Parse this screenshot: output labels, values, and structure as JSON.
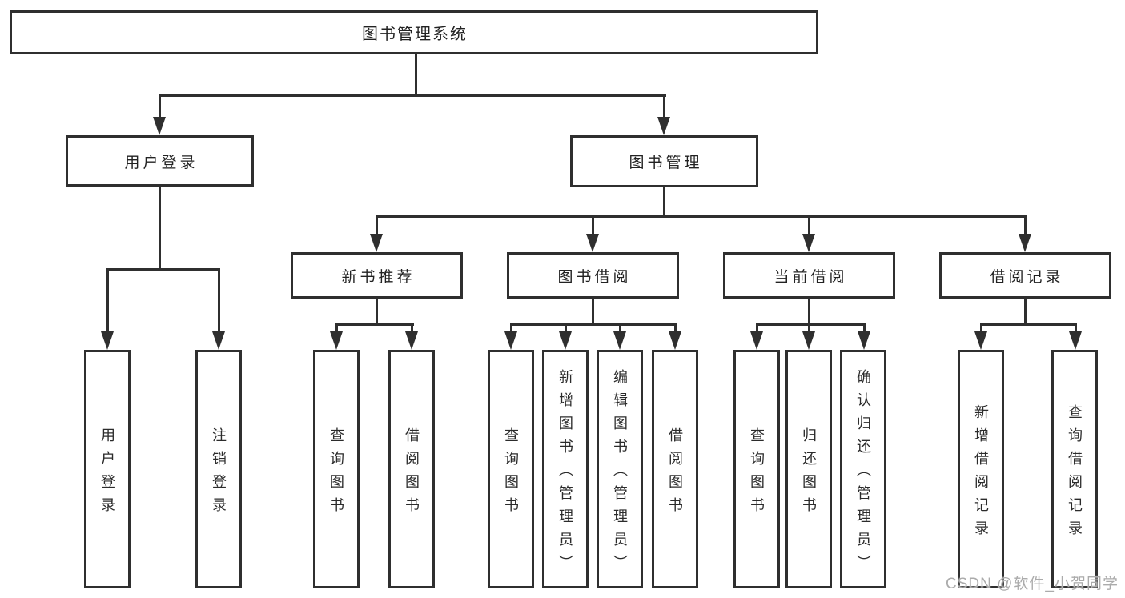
{
  "diagram": {
    "type": "functional-structure-tree",
    "root": {
      "label": "图书管理系统"
    },
    "level2": {
      "user_login": {
        "label": "用户登录"
      },
      "book_mgmt": {
        "label": "图书管理"
      }
    },
    "level3": {
      "new_book": {
        "label": "新书推荐"
      },
      "book_borrow": {
        "label": "图书借阅"
      },
      "current_borrow": {
        "label": "当前借阅"
      },
      "borrow_record": {
        "label": "借阅记录"
      }
    },
    "leaves": {
      "login": "用户登录",
      "logout": "注销登录",
      "nb_query": "查询图书",
      "nb_borrow": "借阅图书",
      "bb_query": "查询图书",
      "bb_add": "新增图书（管理员）",
      "bb_edit": "编辑图书（管理员）",
      "bb_borrow": "借阅图书",
      "cb_query": "查询图书",
      "cb_return": "归还图书",
      "cb_confirm": "确认归还（管理员）",
      "br_add": "新增借阅记录",
      "br_query": "查询借阅记录"
    },
    "colors": {
      "line": "#2f2f2f",
      "box_fill": "#ffffff",
      "text": "#222222",
      "watermark": "#ababab"
    }
  },
  "watermark": "CSDN @软件_小贺同学"
}
